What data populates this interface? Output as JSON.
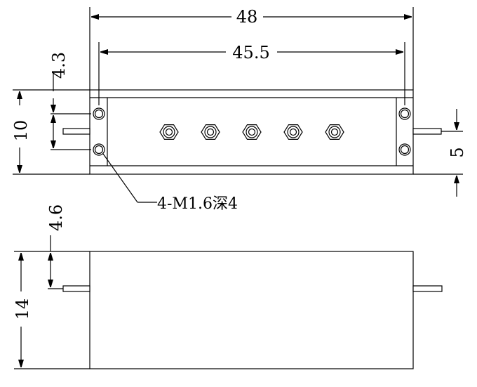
{
  "dimensions": {
    "overall_width": "48",
    "hole_spacing": "45.5",
    "top_offset": "4.3",
    "height_top_view": "10",
    "connector_offset": "5",
    "side_offset": "4.6",
    "height_side_view": "14"
  },
  "note": "4-M1.6深4",
  "screw_count": 5
}
